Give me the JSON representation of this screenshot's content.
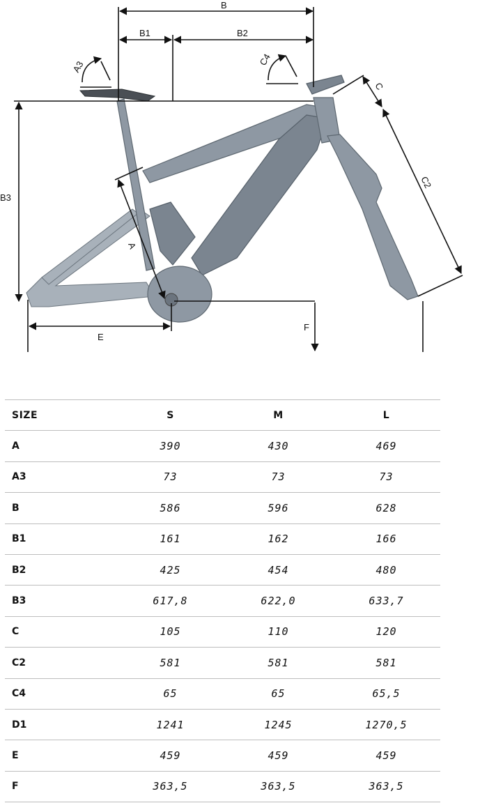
{
  "diagram": {
    "labels": {
      "B": "B",
      "B1": "B1",
      "B2": "B2",
      "A3": "A3",
      "C4": "C4",
      "C": "C",
      "C2": "C2",
      "B3": "B3",
      "A": "A",
      "E": "E",
      "F": "F"
    }
  },
  "table": {
    "header": {
      "label": "SIZE",
      "sizes": [
        "S",
        "M",
        "L"
      ]
    },
    "rows": [
      {
        "label": "A",
        "values": [
          "390",
          "430",
          "469"
        ]
      },
      {
        "label": "A3",
        "values": [
          "73",
          "73",
          "73"
        ]
      },
      {
        "label": "B",
        "values": [
          "586",
          "596",
          "628"
        ]
      },
      {
        "label": "B1",
        "values": [
          "161",
          "162",
          "166"
        ]
      },
      {
        "label": "B2",
        "values": [
          "425",
          "454",
          "480"
        ]
      },
      {
        "label": "B3",
        "values": [
          "617,8",
          "622,0",
          "633,7"
        ]
      },
      {
        "label": "C",
        "values": [
          "105",
          "110",
          "120"
        ]
      },
      {
        "label": "C2",
        "values": [
          "581",
          "581",
          "581"
        ]
      },
      {
        "label": "C4",
        "values": [
          "65",
          "65",
          "65,5"
        ]
      },
      {
        "label": "D1",
        "values": [
          "1241",
          "1245",
          "1270,5"
        ]
      },
      {
        "label": "E",
        "values": [
          "459",
          "459",
          "459"
        ]
      },
      {
        "label": "F",
        "values": [
          "363,5",
          "363,5",
          "363,5"
        ]
      }
    ]
  }
}
